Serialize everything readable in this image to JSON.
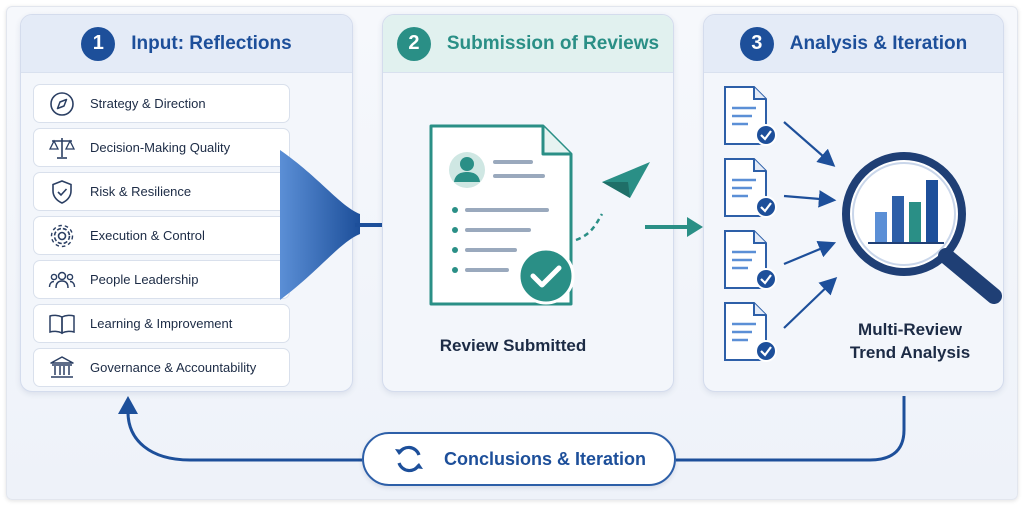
{
  "steps": [
    {
      "number": "1",
      "title": "Input: Reflections"
    },
    {
      "number": "2",
      "title": "Submission of Reviews"
    },
    {
      "number": "3",
      "title": "Analysis & Iteration"
    }
  ],
  "reflections": [
    {
      "label": "Strategy & Direction",
      "icon": "compass-icon"
    },
    {
      "label": "Decision-Making Quality",
      "icon": "scales-icon"
    },
    {
      "label": "Risk & Resilience",
      "icon": "shield-check-icon"
    },
    {
      "label": "Execution & Control",
      "icon": "gear-icon"
    },
    {
      "label": "People Leadership",
      "icon": "people-icon"
    },
    {
      "label": "Learning & Improvement",
      "icon": "open-book-icon"
    },
    {
      "label": "Governance & Accountability",
      "icon": "institution-icon"
    }
  ],
  "submission": {
    "caption": "Review Submitted"
  },
  "analysis": {
    "caption_line1": "Multi-Review",
    "caption_line2": "Trend Analysis"
  },
  "loop": {
    "label": "Conclusions & Iteration"
  },
  "colors": {
    "navy": "#1d4f9a",
    "teal": "#2a8f86",
    "light_blue": "#5b8fd6"
  }
}
